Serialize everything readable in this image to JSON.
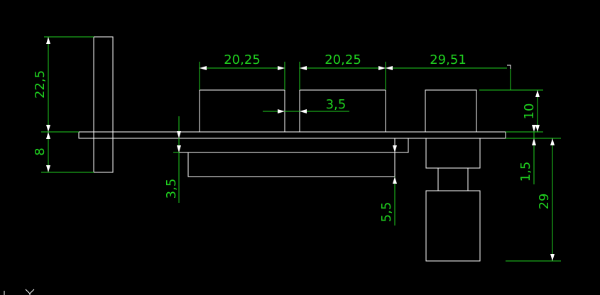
{
  "drawing": {
    "colors": {
      "background": "#000000",
      "geometry": "#ffffff",
      "dimension": "#1fd11f"
    },
    "dimensions": {
      "left_height": "22,5",
      "left_bottom": "8",
      "top_width_1": "20,25",
      "top_width_2": "20,25",
      "top_width_3": "29,51",
      "gap": "3,5",
      "right_height": "10",
      "plate_offset": "3,5",
      "frame_offset": "5,5",
      "right_thickness": "1,5",
      "right_total": "29"
    },
    "ucs_icon": "ucs-axis-icon"
  }
}
